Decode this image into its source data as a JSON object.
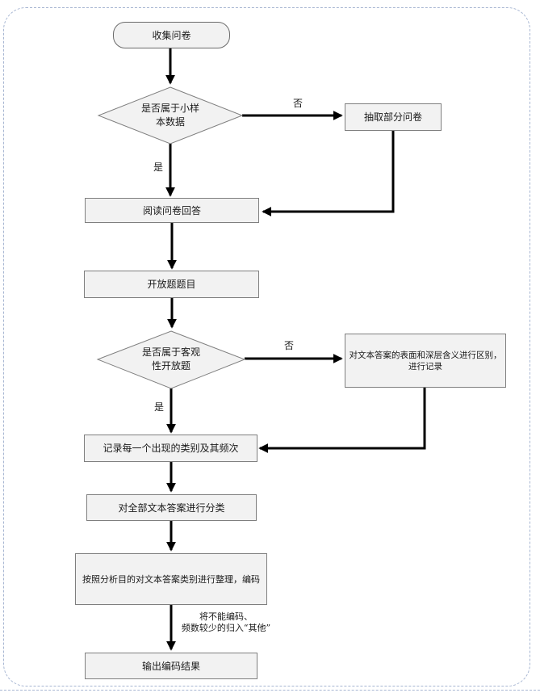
{
  "flowchart": {
    "nodes": {
      "start": "收集问卷",
      "decision_small_sample": "是否属于小样\n本数据",
      "extract_partial": "抽取部分问卷",
      "read_answers": "阅读问卷回答",
      "open_question_item": "开放题题目",
      "decision_objective_open": "是否属于客观\n性开放题",
      "distinguish_meaning": "对文本答案的表面和深层含义进行区别，\n进行记录",
      "record_category_freq": "记录每一个出现的类别及其频次",
      "classify_all_answers": "对全部文本答案进行分类",
      "arrange_and_code": "按照分析目的对文本答案类别进行整理，编码",
      "output_result": "输出编码结果"
    },
    "edge_labels": {
      "no_1": "否",
      "yes_1": "是",
      "no_2": "否",
      "yes_2": "是",
      "annotation": "将不能编码、\n频数较少的归入“其他”"
    },
    "colors": {
      "node_fill": "#f2f2f2",
      "node_border": "#7f7f7f",
      "arrow": "#000000",
      "frame_border": "#a7b6d2"
    }
  }
}
